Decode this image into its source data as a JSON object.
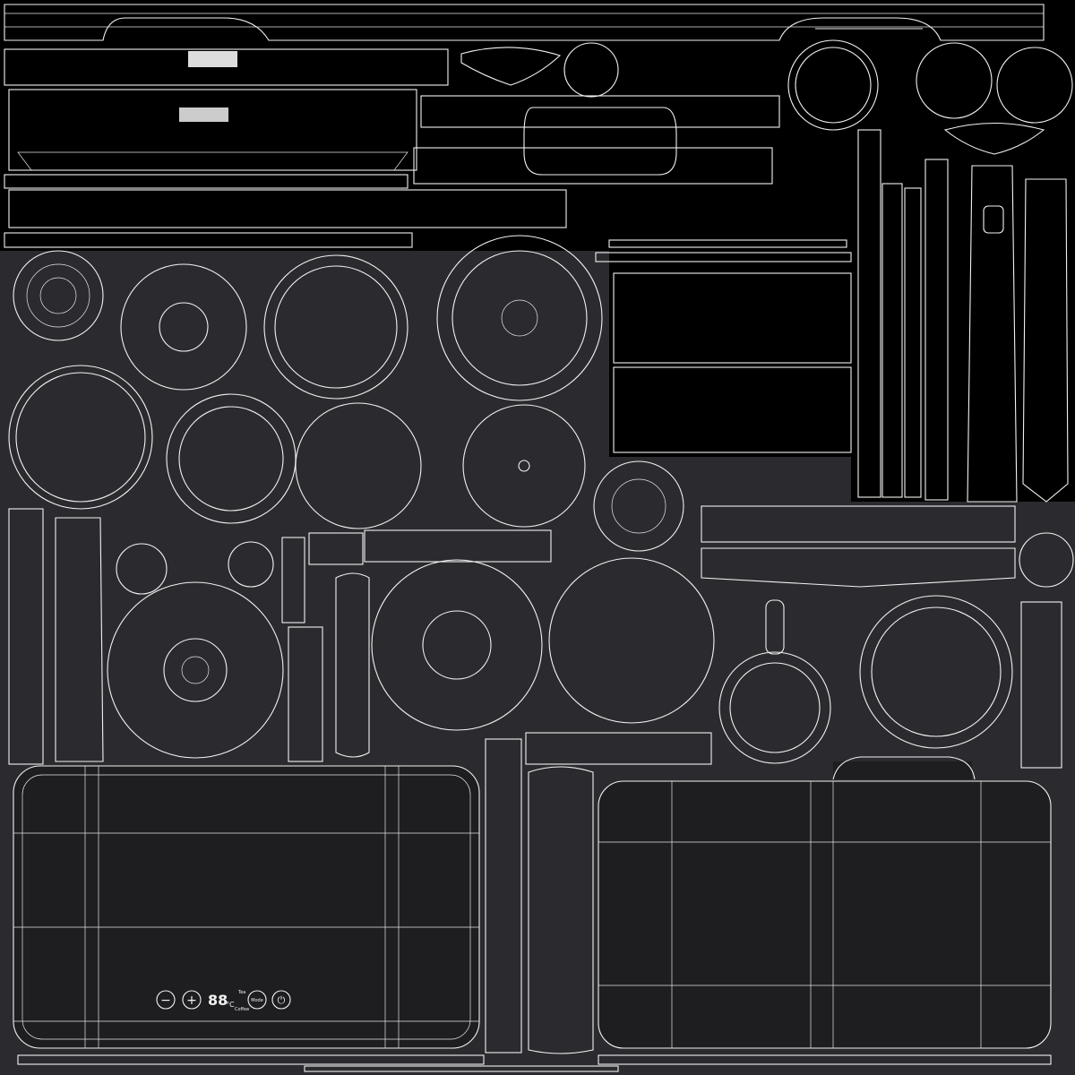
{
  "control_panel": {
    "minus": "−",
    "plus": "+",
    "display": "88",
    "unit": "°C",
    "tea": "Tea",
    "coffee": "Coffee",
    "mode": "Mode",
    "power": "⏻"
  }
}
